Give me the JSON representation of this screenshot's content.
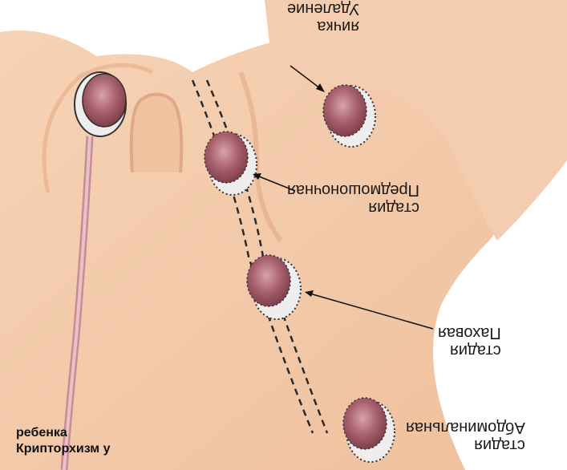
{
  "caption": {
    "line1": "ребенка",
    "line2": "Крипторхизм у"
  },
  "labels": {
    "removed": {
      "line1": "яичка",
      "line2": "Удаление"
    },
    "prescrotal": {
      "line1": "стадия",
      "line2": "Предмошоночная"
    },
    "inguinal": {
      "line1": "стадия",
      "line2": "Паховая"
    },
    "abdominal": {
      "line1": "стадия",
      "line2": "Абдоминальная"
    }
  },
  "colors": {
    "skin": "#f2c7a5",
    "skin_shadow": "#e7b08c",
    "testis": "#9c5966",
    "testis_light": "#c98b95",
    "cord": "#c98b95",
    "background": "#ffffff"
  }
}
